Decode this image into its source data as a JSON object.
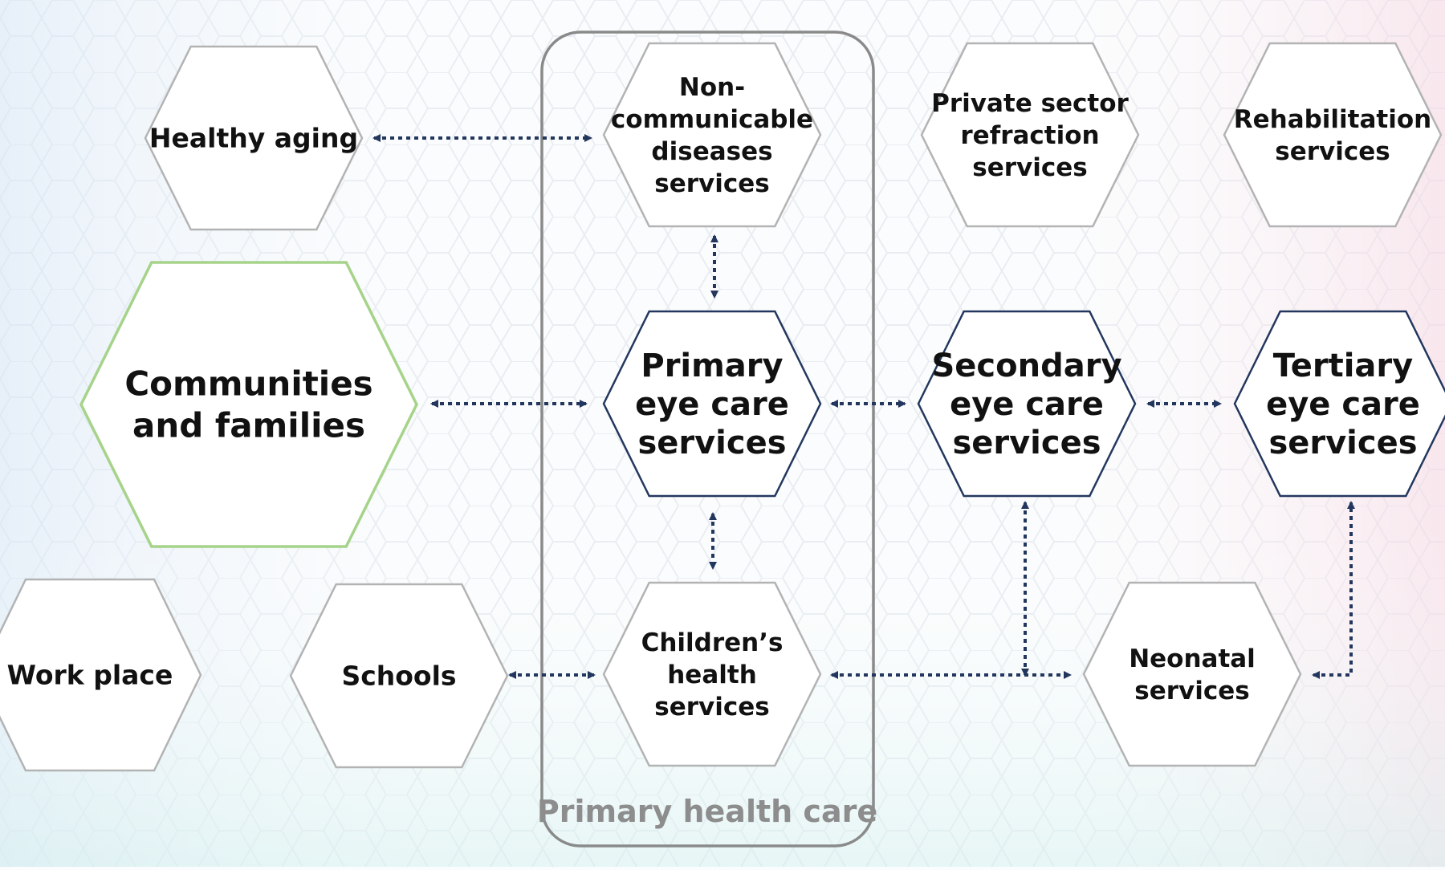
{
  "colors": {
    "background": "#fbfcfd",
    "hex_gray": "#b3b3b3",
    "hex_navy": "#23375e",
    "hex_green": "#a6d38a",
    "text_dark": "#111111",
    "text_navy": "#1b2a48",
    "connector": "#23375e",
    "group_border": "#8a8a8a",
    "group_label": "#8d8d8d"
  },
  "group": {
    "label": "Primary health care"
  },
  "nodes": {
    "healthy_aging": {
      "lines": [
        "Healthy aging"
      ]
    },
    "ncd_services": {
      "lines": [
        "Non-",
        "communicable",
        "diseases",
        "services"
      ]
    },
    "private_refraction": {
      "lines": [
        "Private sector",
        "refraction",
        "services"
      ]
    },
    "rehabilitation": {
      "lines": [
        "Rehabilitation",
        "services"
      ]
    },
    "communities": {
      "lines": [
        "Communities",
        "and families"
      ]
    },
    "primary_eye_care": {
      "lines": [
        "Primary",
        "eye care",
        "services"
      ]
    },
    "secondary_eye_care": {
      "lines": [
        "Secondary",
        "eye care",
        "services"
      ]
    },
    "tertiary_eye_care": {
      "lines": [
        "Tertiary",
        "eye care",
        "services"
      ]
    },
    "work_place": {
      "lines": [
        "Work place"
      ]
    },
    "schools": {
      "lines": [
        "Schools"
      ]
    },
    "childrens_health": {
      "lines": [
        "Children’s",
        "health",
        "services"
      ]
    },
    "neonatal": {
      "lines": [
        "Neonatal",
        "services"
      ]
    }
  },
  "edges": [
    {
      "from": "healthy_aging",
      "to": "ncd_services"
    },
    {
      "from": "ncd_services",
      "to": "primary_eye_care"
    },
    {
      "from": "communities",
      "to": "primary_eye_care"
    },
    {
      "from": "primary_eye_care",
      "to": "secondary_eye_care"
    },
    {
      "from": "secondary_eye_care",
      "to": "tertiary_eye_care"
    },
    {
      "from": "primary_eye_care",
      "to": "childrens_health"
    },
    {
      "from": "schools",
      "to": "childrens_health"
    },
    {
      "from": "childrens_health",
      "to": "neonatal"
    },
    {
      "from": "childrens_health",
      "to": "secondary_eye_care"
    },
    {
      "from": "neonatal",
      "to": "tertiary_eye_care"
    }
  ]
}
